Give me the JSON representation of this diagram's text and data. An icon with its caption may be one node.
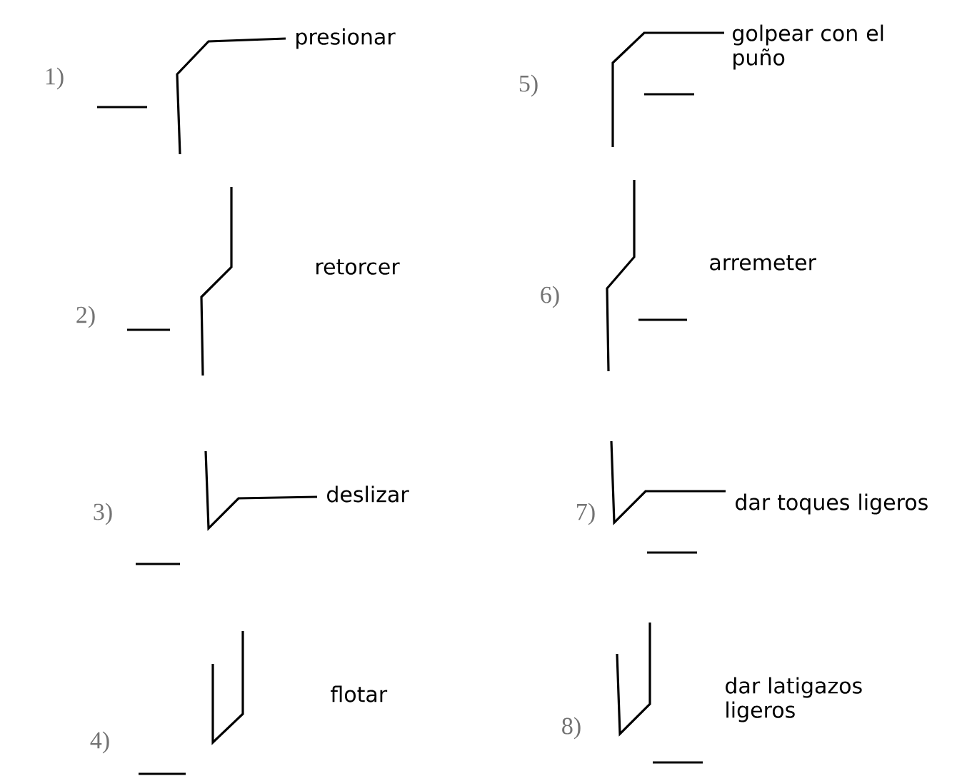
{
  "diagram": {
    "labels": [
      "1)",
      "presionar",
      "5)",
      "golpear con el puño",
      "2)",
      "retorcer",
      "6)",
      "arremeter",
      "3)",
      "deslizar",
      "7)",
      "dar toques ligeros",
      "4)",
      "flotar",
      "8)",
      "dar latigazos ligeros"
    ]
  }
}
